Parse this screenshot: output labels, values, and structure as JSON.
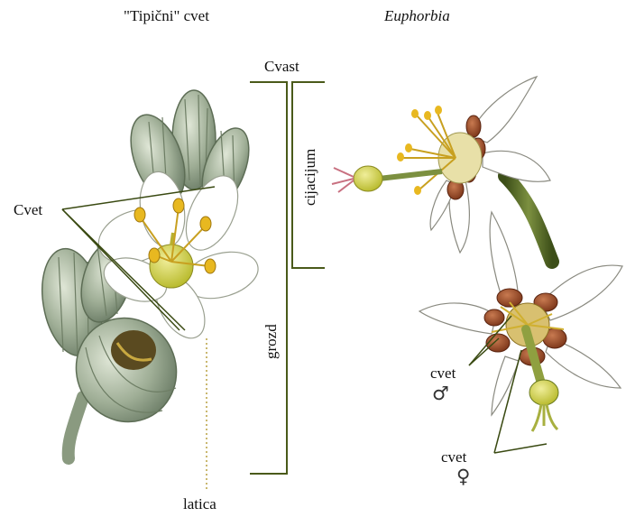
{
  "titles": {
    "typical_flower": "\"Tipični\" cvet",
    "euphorbia": "Euphorbia"
  },
  "labels": {
    "inflorescence": "Cvast",
    "cyathium": "cijacijum",
    "raceme": "grozd",
    "flower": "Cvet",
    "pedicel": "latica",
    "flower_male": "cvet",
    "male_symbol": "♂",
    "flower_female": "cvet",
    "female_symbol": "♀"
  },
  "colors": {
    "bracket": "#4a5a1a",
    "leader_line": "#3a4a12",
    "dotted_line": "#b8a040",
    "petal": "#ffffff",
    "sepal": "#9aa890",
    "stamen": "#e8b820",
    "ovary": "#d8d040",
    "gland": "#a4502e",
    "stem": "#5a6e2a"
  }
}
